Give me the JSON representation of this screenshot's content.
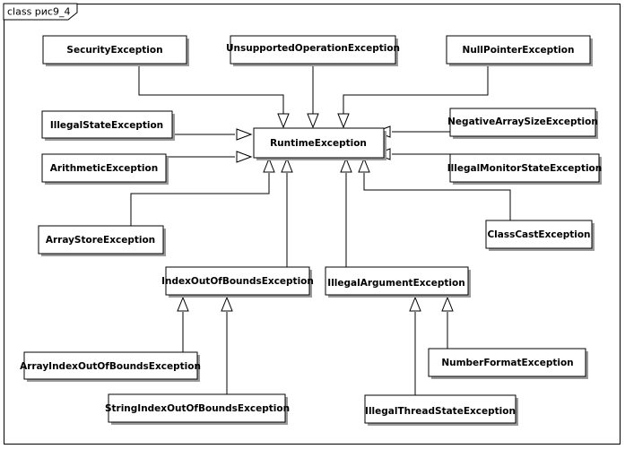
{
  "diagram": {
    "title": "class рис9_4",
    "classes": {
      "security": "SecurityException",
      "unsupported_op": "UnsupportedOperationException",
      "null_pointer": "NullPointerException",
      "illegal_state": "IllegalStateException",
      "runtime": "RuntimeException",
      "negative_array_size": "NegativeArraySizeException",
      "arithmetic": "ArithmeticException",
      "illegal_monitor_state": "IllegalMonitorStateException",
      "array_store": "ArrayStoreException",
      "class_cast": "ClassCastException",
      "index_oob": "IndexOutOfBoundsException",
      "illegal_argument": "IllegalArgumentException",
      "array_index_oob": "ArrayIndexOutOfBoundsException",
      "number_format": "NumberFormatException",
      "string_index_oob": "StringIndexOutOfBoundsException",
      "illegal_thread_state": "IllegalThreadStateException"
    },
    "generalizations": [
      {
        "child": "security",
        "parent": "runtime"
      },
      {
        "child": "unsupported_op",
        "parent": "runtime"
      },
      {
        "child": "null_pointer",
        "parent": "runtime"
      },
      {
        "child": "illegal_state",
        "parent": "runtime"
      },
      {
        "child": "negative_array_size",
        "parent": "runtime"
      },
      {
        "child": "arithmetic",
        "parent": "runtime"
      },
      {
        "child": "illegal_monitor_state",
        "parent": "runtime"
      },
      {
        "child": "array_store",
        "parent": "runtime"
      },
      {
        "child": "class_cast",
        "parent": "runtime"
      },
      {
        "child": "index_oob",
        "parent": "runtime"
      },
      {
        "child": "illegal_argument",
        "parent": "runtime"
      },
      {
        "child": "array_index_oob",
        "parent": "index_oob"
      },
      {
        "child": "string_index_oob",
        "parent": "index_oob"
      },
      {
        "child": "illegal_thread_state",
        "parent": "illegal_argument"
      },
      {
        "child": "number_format",
        "parent": "illegal_argument"
      }
    ]
  }
}
